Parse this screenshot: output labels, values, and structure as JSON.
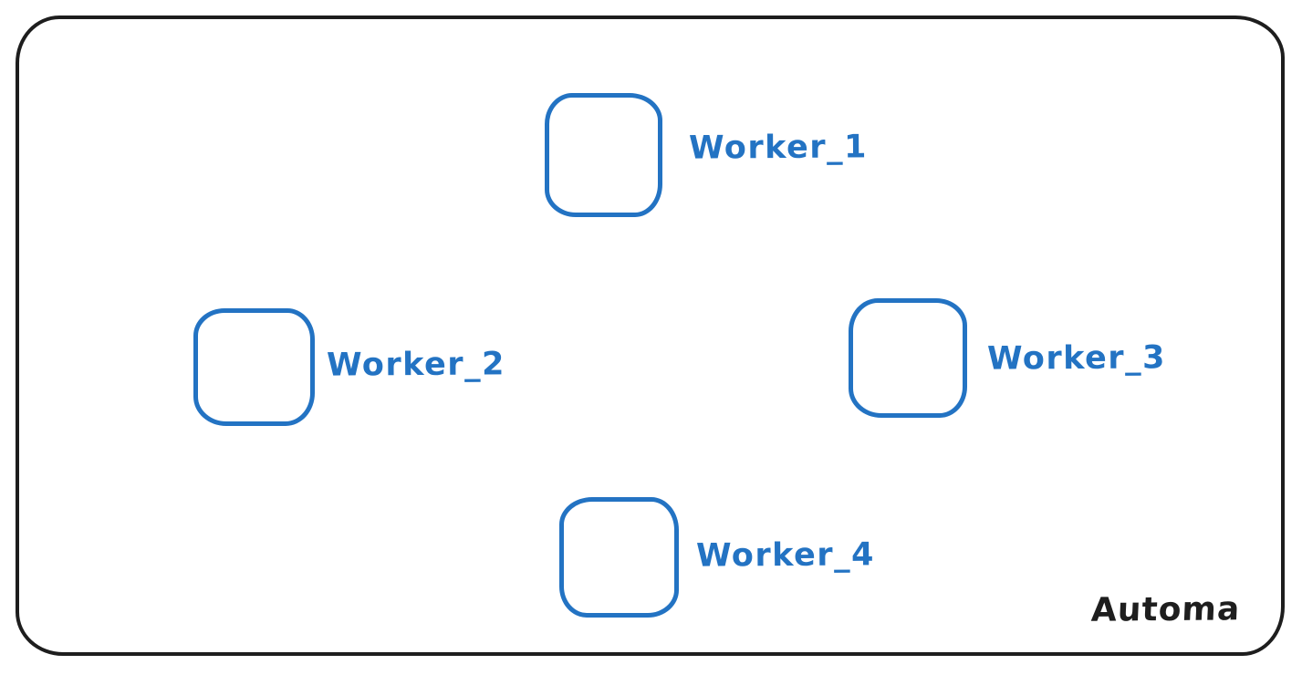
{
  "colors": {
    "background": "#ffffff",
    "frame_stroke": "#1e1e1e",
    "node_stroke": "#2373c3"
  },
  "workers": [
    {
      "label": "Worker_1"
    },
    {
      "label": "Worker_2"
    },
    {
      "label": "Worker_3"
    },
    {
      "label": "Worker_4"
    }
  ],
  "watermark": {
    "label": "Automa"
  }
}
